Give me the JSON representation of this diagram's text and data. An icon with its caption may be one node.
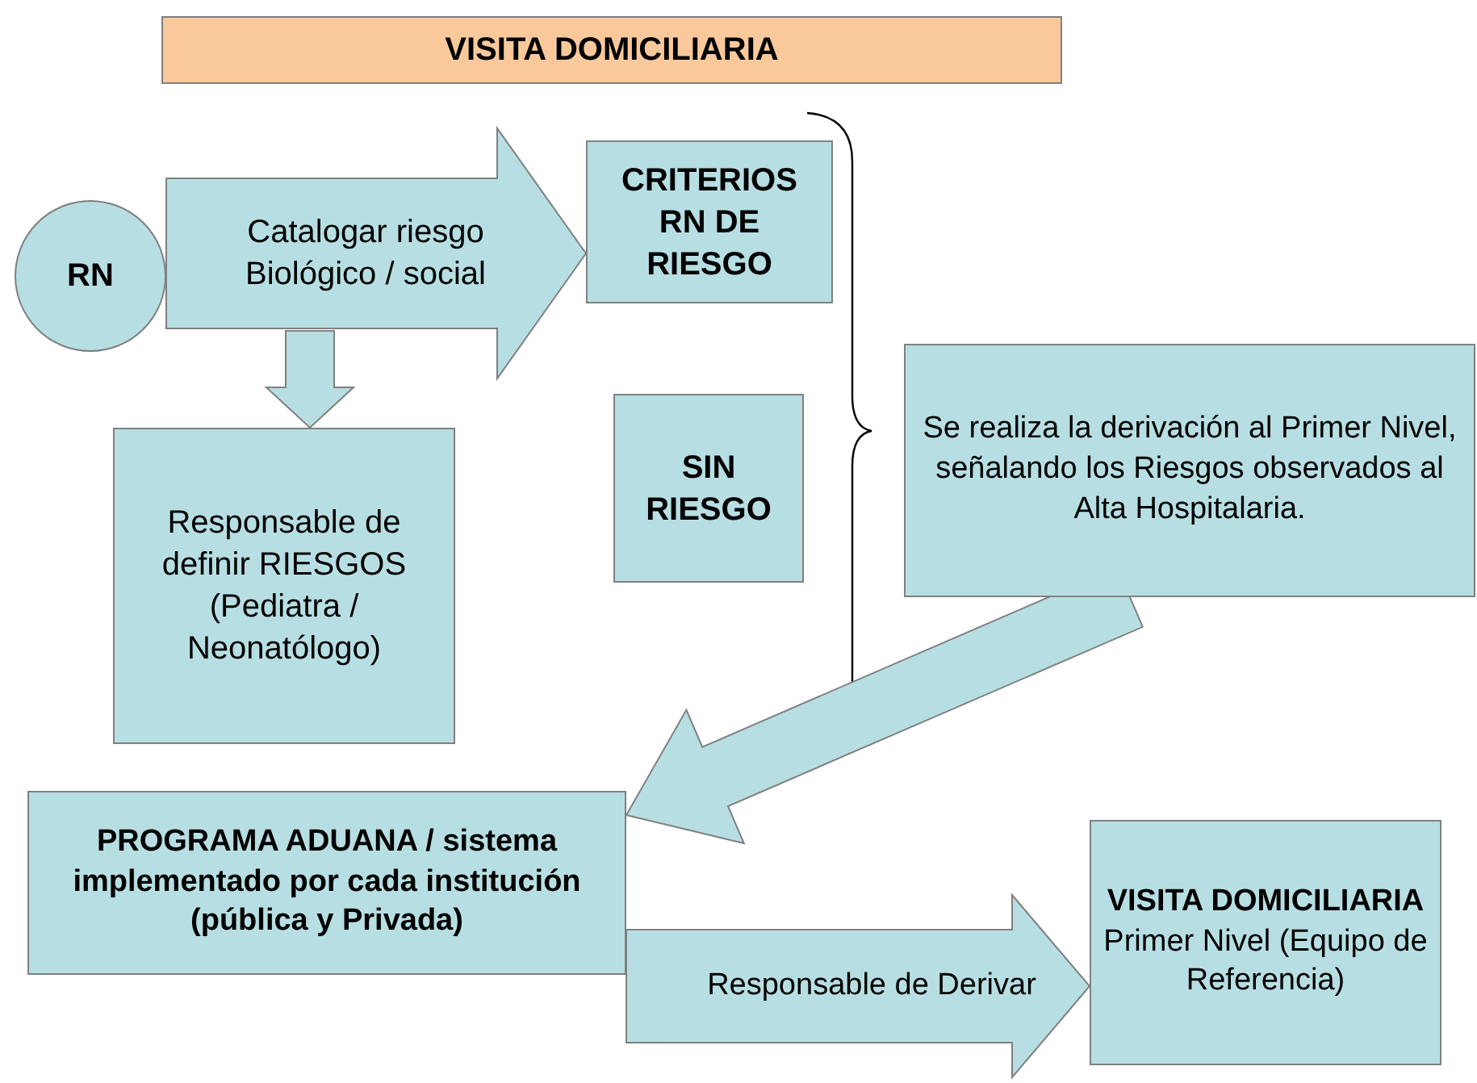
{
  "diagram": {
    "title": "VISITA DOMICILIARIA",
    "nodes": [
      {
        "text": [
          "RN"
        ]
      },
      {
        "text": [
          "CRITERIOS RN DE RIESGO"
        ]
      },
      {
        "text": [
          "SIN RIESGO"
        ]
      },
      {
        "text": [
          "Responsable de definir RIESGOS (Pediatra / Neonatólogo)"
        ]
      },
      {
        "text": [
          "Se realiza la derivación al Primer Nivel, señalando los Riesgos observados al Alta Hospitalaria."
        ]
      },
      {
        "text": [
          "PROGRAMA ADUANA / sistema implementado por cada institución (pública y Privada)"
        ]
      },
      {
        "text": [
          "VISITA DOMICILIARIA",
          "Primer Nivel (Equipo de Referencia)"
        ]
      }
    ],
    "edges": [
      {
        "from": 0,
        "to": 1,
        "arrow": "to",
        "label": "Catalogar riesgo Biológico / social"
      },
      {
        "from": null,
        "to": 3,
        "arrow": "to"
      },
      {
        "from": 4,
        "to": 5,
        "arrow": "to"
      },
      {
        "from": 5,
        "to": 6,
        "arrow": "to",
        "label": "Responsable de Derivar"
      }
    ]
  }
}
